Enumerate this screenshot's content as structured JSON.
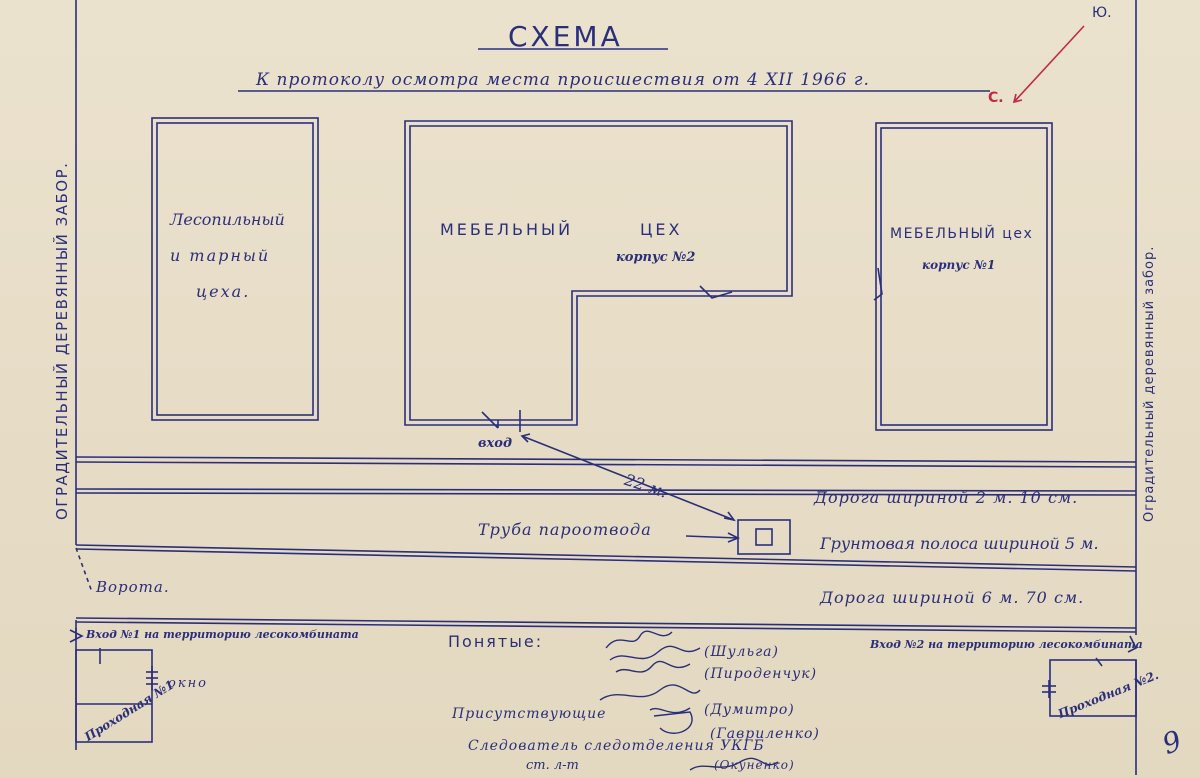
{
  "title": "СХЕМА",
  "subtitle": "К протоколу осмотра места происшествия от 4 XII 1966 г.",
  "compass": {
    "south": "Ю.",
    "north": "С."
  },
  "left_fence": "ОГРАДИТЕЛЬНЫЙ ДЕРЕВЯННЫЙ ЗАБОР.",
  "right_fence": "Оградительный деревянный забор.",
  "building_left": {
    "line1": "Лесопильный",
    "line2": "и тарный",
    "line3": "цеха."
  },
  "building_mid": {
    "line1": "МЕБЕЛЬНЫЙ",
    "line1b": "ЦЕХ",
    "line2": "корпус №2"
  },
  "building_right": {
    "line1": "МЕБЕЛЬНЫЙ цех",
    "line2": "корпус №1"
  },
  "entrance": "вход",
  "distance": "22 м.",
  "pipe": "Труба пароотвода",
  "road1": "Дорога шириной  2 м. 10 см.",
  "ground_strip": "Грунтовая полоса шириной  5 м.",
  "road2": "Дорога шириной    6 м. 70 см.",
  "gate": "Ворота.",
  "entry1": "Вход №1 на территорию лесокомбината",
  "entry2": "Вход №2 на территорию лесокомбината",
  "window": "окно",
  "checkpoint1": "Проходная №1",
  "checkpoint2": "Проходная №2.",
  "witnesses_label": "Понятые:",
  "witnesses": [
    "(Шульга)",
    "(Пироденчук)"
  ],
  "present_label": "Присутствующие",
  "present": [
    "(Думитро)",
    "(Гавриленко)"
  ],
  "investigator": "Следователь следотделения УКГБ",
  "investigator_rank": "ст. л-т",
  "investigator_name": "(Окуненко)",
  "page_number": "9"
}
